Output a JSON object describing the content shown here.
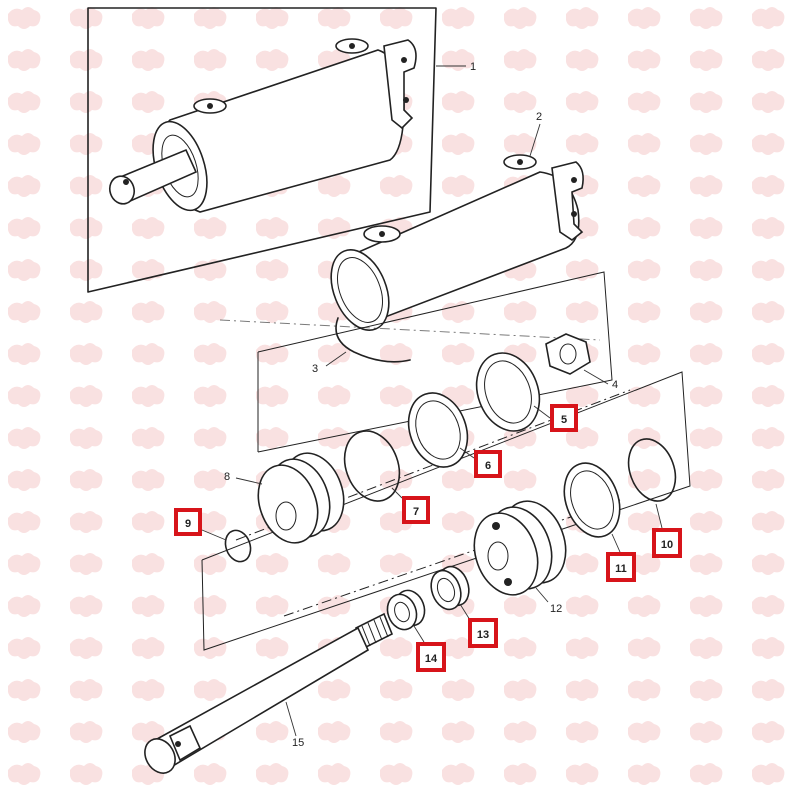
{
  "diagram": {
    "accent_color": "#d7141a",
    "callouts": [
      "1",
      "2",
      "3",
      "4",
      "8",
      "12",
      "15"
    ],
    "highlighted_callouts": [
      "5",
      "6",
      "7",
      "9",
      "10",
      "11",
      "13",
      "14"
    ],
    "watermark_icon": "australia-map-icon"
  }
}
